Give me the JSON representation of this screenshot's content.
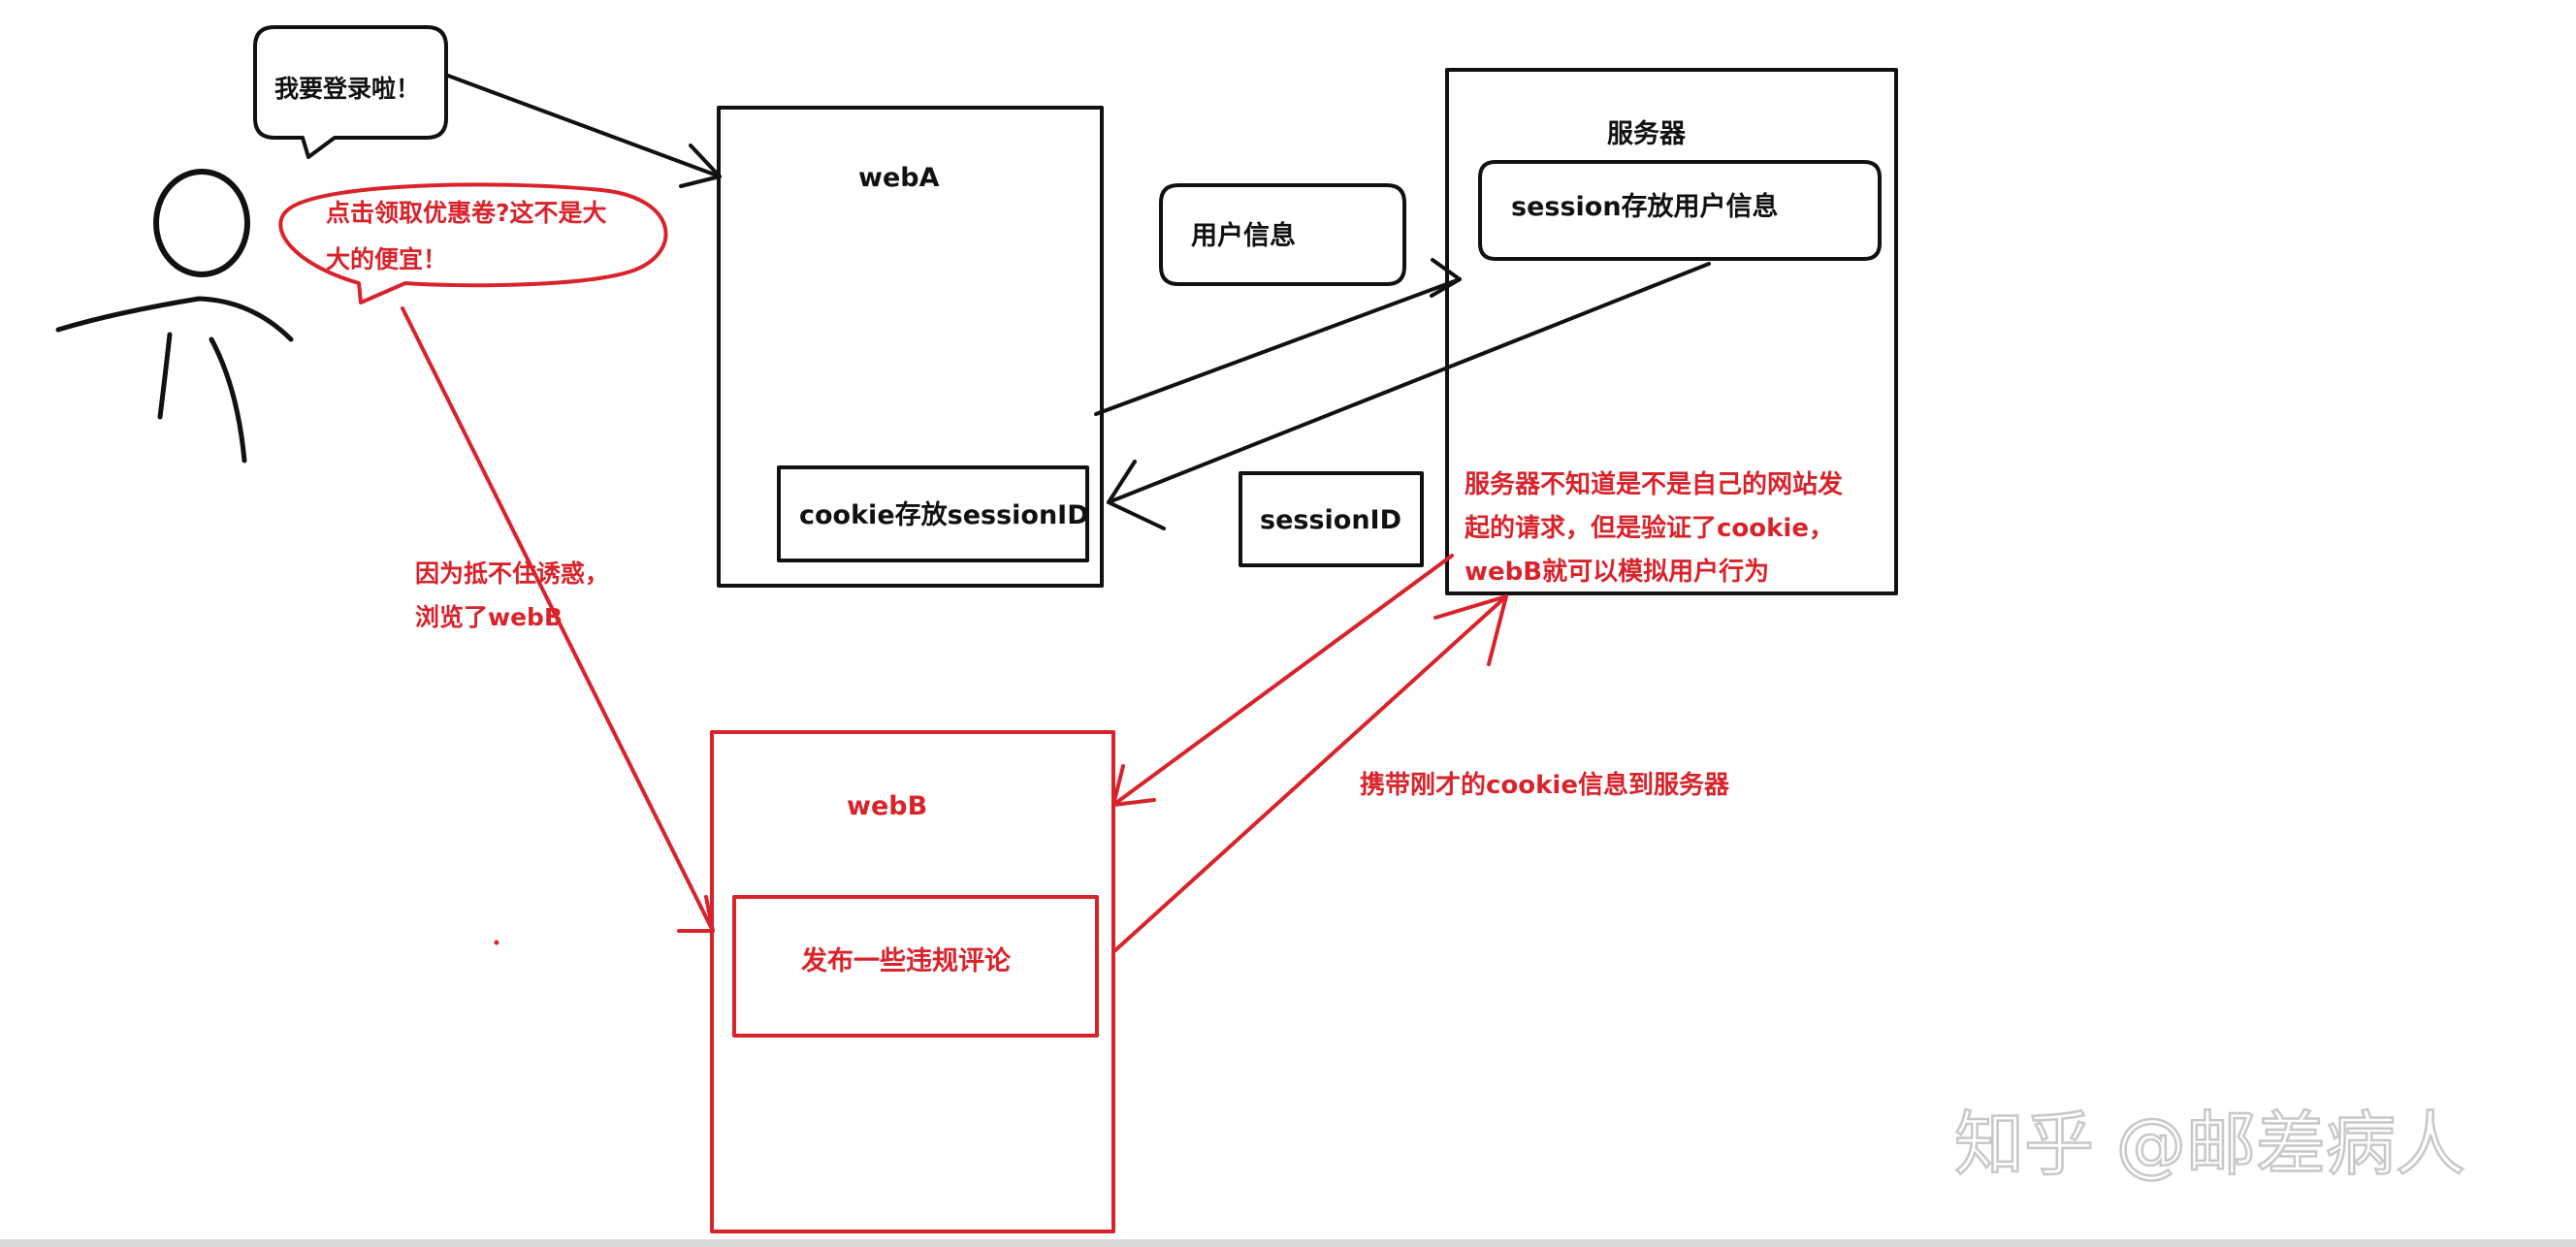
{
  "diagram": {
    "user_bubble": "我要登录啦！",
    "temptation_bubble_line1": "点击领取优惠卷?这不是大",
    "temptation_bubble_line2": "大的便宜！",
    "webA_title": "webA",
    "cookie_box": "cookie存放sessionID",
    "user_info_label": "用户信息",
    "session_id_label": "sessionID",
    "server_title": "服务器",
    "session_store_box": "session存放用户信息",
    "server_note_line1": "服务器不知道是不是自己的网站发",
    "server_note_line2": "起的请求，但是验证了cookie，",
    "server_note_line3": "webB就可以模拟用户行为",
    "temptation_note_line1": "因为抵不住诱惑，",
    "temptation_note_line2": "浏览了webB",
    "webB_title": "webB",
    "violation_box": "发布一些违规评论",
    "carry_cookie_note": "携带刚才的cookie信息到服务器",
    "watermark": "知乎 @邮差病人"
  },
  "colors": {
    "black": "#111111",
    "red": "#d9232b",
    "watermark": "#cfcfcf"
  }
}
